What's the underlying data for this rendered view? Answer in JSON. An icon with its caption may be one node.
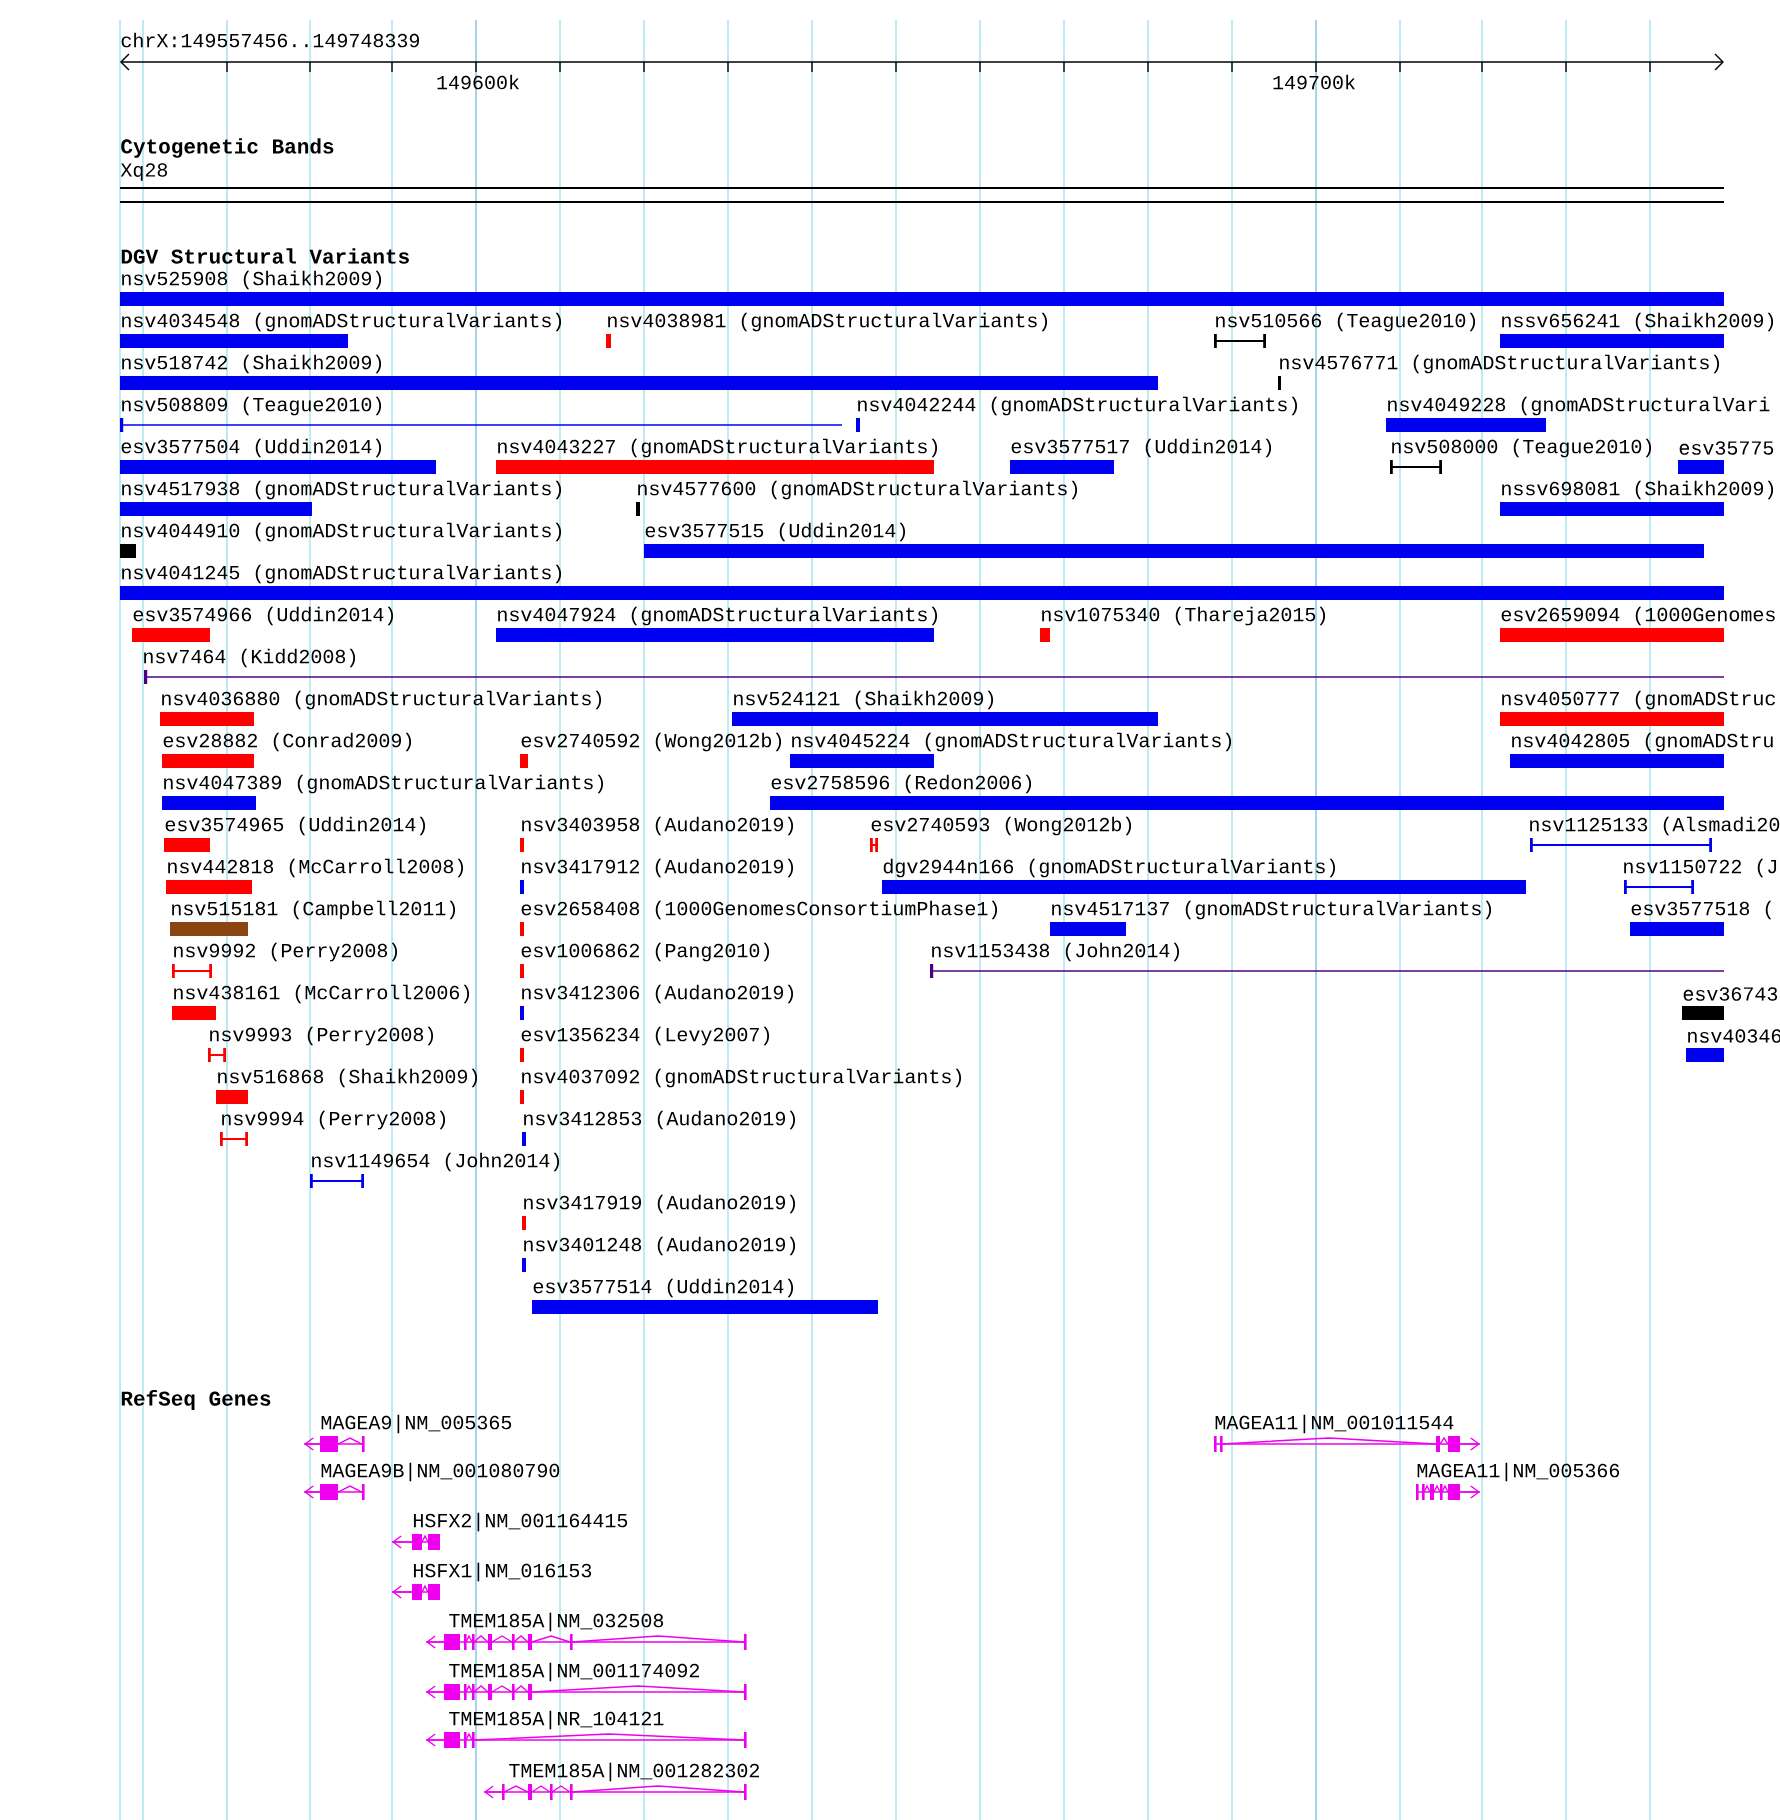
{
  "diagram": {
    "labels": [
      "chrX:149557456..149748339",
      "149600k",
      "149700k",
      "Cytogenetic Bands",
      "Xq28",
      "DGV Structural Variants",
      "nsv525908 (Shaikh2009)",
      "nsv4034548 (gnomADStructuralVariants)",
      "nsv4038981 (gnomADStructuralVariants)",
      "nsv510566 (Teague2010)",
      "nssv656241 (Shaikh2009)",
      "nsv518742 (Shaikh2009)",
      "nsv4576771 (gnomADStructuralVariants)",
      "nsv508809 (Teague2010)",
      "nsv4042244 (gnomADStructuralVariants)",
      "nsv4049228 (gnomADStructuralVari",
      "esv3577504 (Uddin2014)",
      "nsv4043227 (gnomADStructuralVariants)",
      "esv3577517 (Uddin2014)",
      "nsv508000 (Teague2010)",
      "esv35775",
      "nsv4517938 (gnomADStructuralVariants)",
      "nsv4577600 (gnomADStructuralVariants)",
      "nssv698081 (Shaikh2009)",
      "nsv4044910 (gnomADStructuralVariants)",
      "esv3577515 (Uddin2014)",
      "nsv4041245 (gnomADStructuralVariants)",
      "esv3574966 (Uddin2014)",
      "nsv4047924 (gnomADStructuralVariants)",
      "nsv1075340 (Thareja2015)",
      "esv2659094 (1000Genomes",
      "nsv7464 (Kidd2008)",
      "nsv4036880 (gnomADStructuralVariants)",
      "nsv524121 (Shaikh2009)",
      "nsv4050777 (gnomADStruc",
      "esv28882 (Conrad2009)",
      "esv2740592 (Wong2012b)",
      "nsv4045224 (gnomADStructuralVariants)",
      "nsv4042805 (gnomADStru",
      "nsv4047389 (gnomADStructuralVariants)",
      "esv2758596 (Redon2006)",
      "esv3574965 (Uddin2014)",
      "nsv3403958 (Audano2019)",
      "esv2740593 (Wong2012b)",
      "nsv1125133 (Alsmadi20",
      "nsv442818 (McCarroll2008)",
      "nsv3417912 (Audano2019)",
      "dgv2944n166 (gnomADStructuralVariants)",
      "nsv1150722 (J",
      "nsv515181 (Campbell2011)",
      "esv2658408 (1000GenomesConsortiumPhase1)",
      "nsv4517137 (gnomADStructuralVariants)",
      "esv3577518 (",
      "nsv9992 (Perry2008)",
      "esv1006862 (Pang2010)",
      "nsv1153438 (John2014)",
      "nsv438161 (McCarroll2006)",
      "nsv3412306 (Audano2019)",
      "esv36743",
      "nsv9993 (Perry2008)",
      "esv1356234 (Levy2007)",
      "nsv40346",
      "nsv516868 (Shaikh2009)",
      "nsv4037092 (gnomADStructuralVariants)",
      "nsv9994 (Perry2008)",
      "nsv3412853 (Audano2019)",
      "nsv1149654 (John2014)",
      "nsv3417919 (Audano2019)",
      "nsv3401248 (Audano2019)",
      "esv3577514 (Uddin2014)",
      "RefSeq Genes",
      "MAGEA9|NM_005365",
      "MAGEA11|NM_001011544",
      "MAGEA9B|NM_001080790",
      "MAGEA11|NM_005366",
      "HSFX2|NM_001164415",
      "HSFX1|NM_016153",
      "TMEM185A|NM_032508",
      "TMEM185A|NM_001174092",
      "TMEM185A|NR_104121",
      "TMEM185A|NM_001282302"
    ]
  }
}
